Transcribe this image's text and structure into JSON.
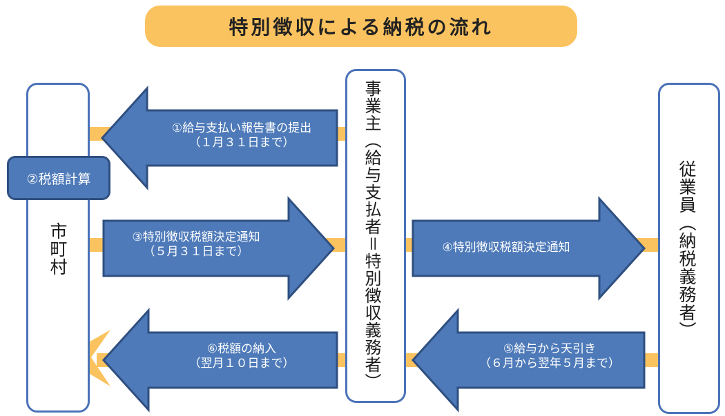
{
  "title": "特別徴収による納税の流れ",
  "entities": {
    "municipality": "市町村",
    "employer": "事業主（給与支払者＝特別徴収義務者）",
    "employee": "従業員（納税義務者）"
  },
  "tax_calc": "②税額計算",
  "steps": [
    {
      "line1": "①給与支払い報告書の提出",
      "line2": "（１月３１日まで）"
    },
    {
      "line1": "③特別徴収税額決定通知",
      "line2": "（５月３１日まで）"
    },
    {
      "line1": "④特別徴収税額決定通知",
      "line2": ""
    },
    {
      "line1": "⑤給与から天引き",
      "line2": "（６月から翌年５月まで）"
    },
    {
      "line1": "⑥税額の納入",
      "line2": "（翌月１０日まで）"
    }
  ],
  "colors": {
    "arrow_fill": "#4e7ab9",
    "arrow_stroke": "#2f4f80",
    "flow_line": "#fbc35f",
    "box_border": "#4a72b8",
    "title_bg": "#fbc35f"
  }
}
